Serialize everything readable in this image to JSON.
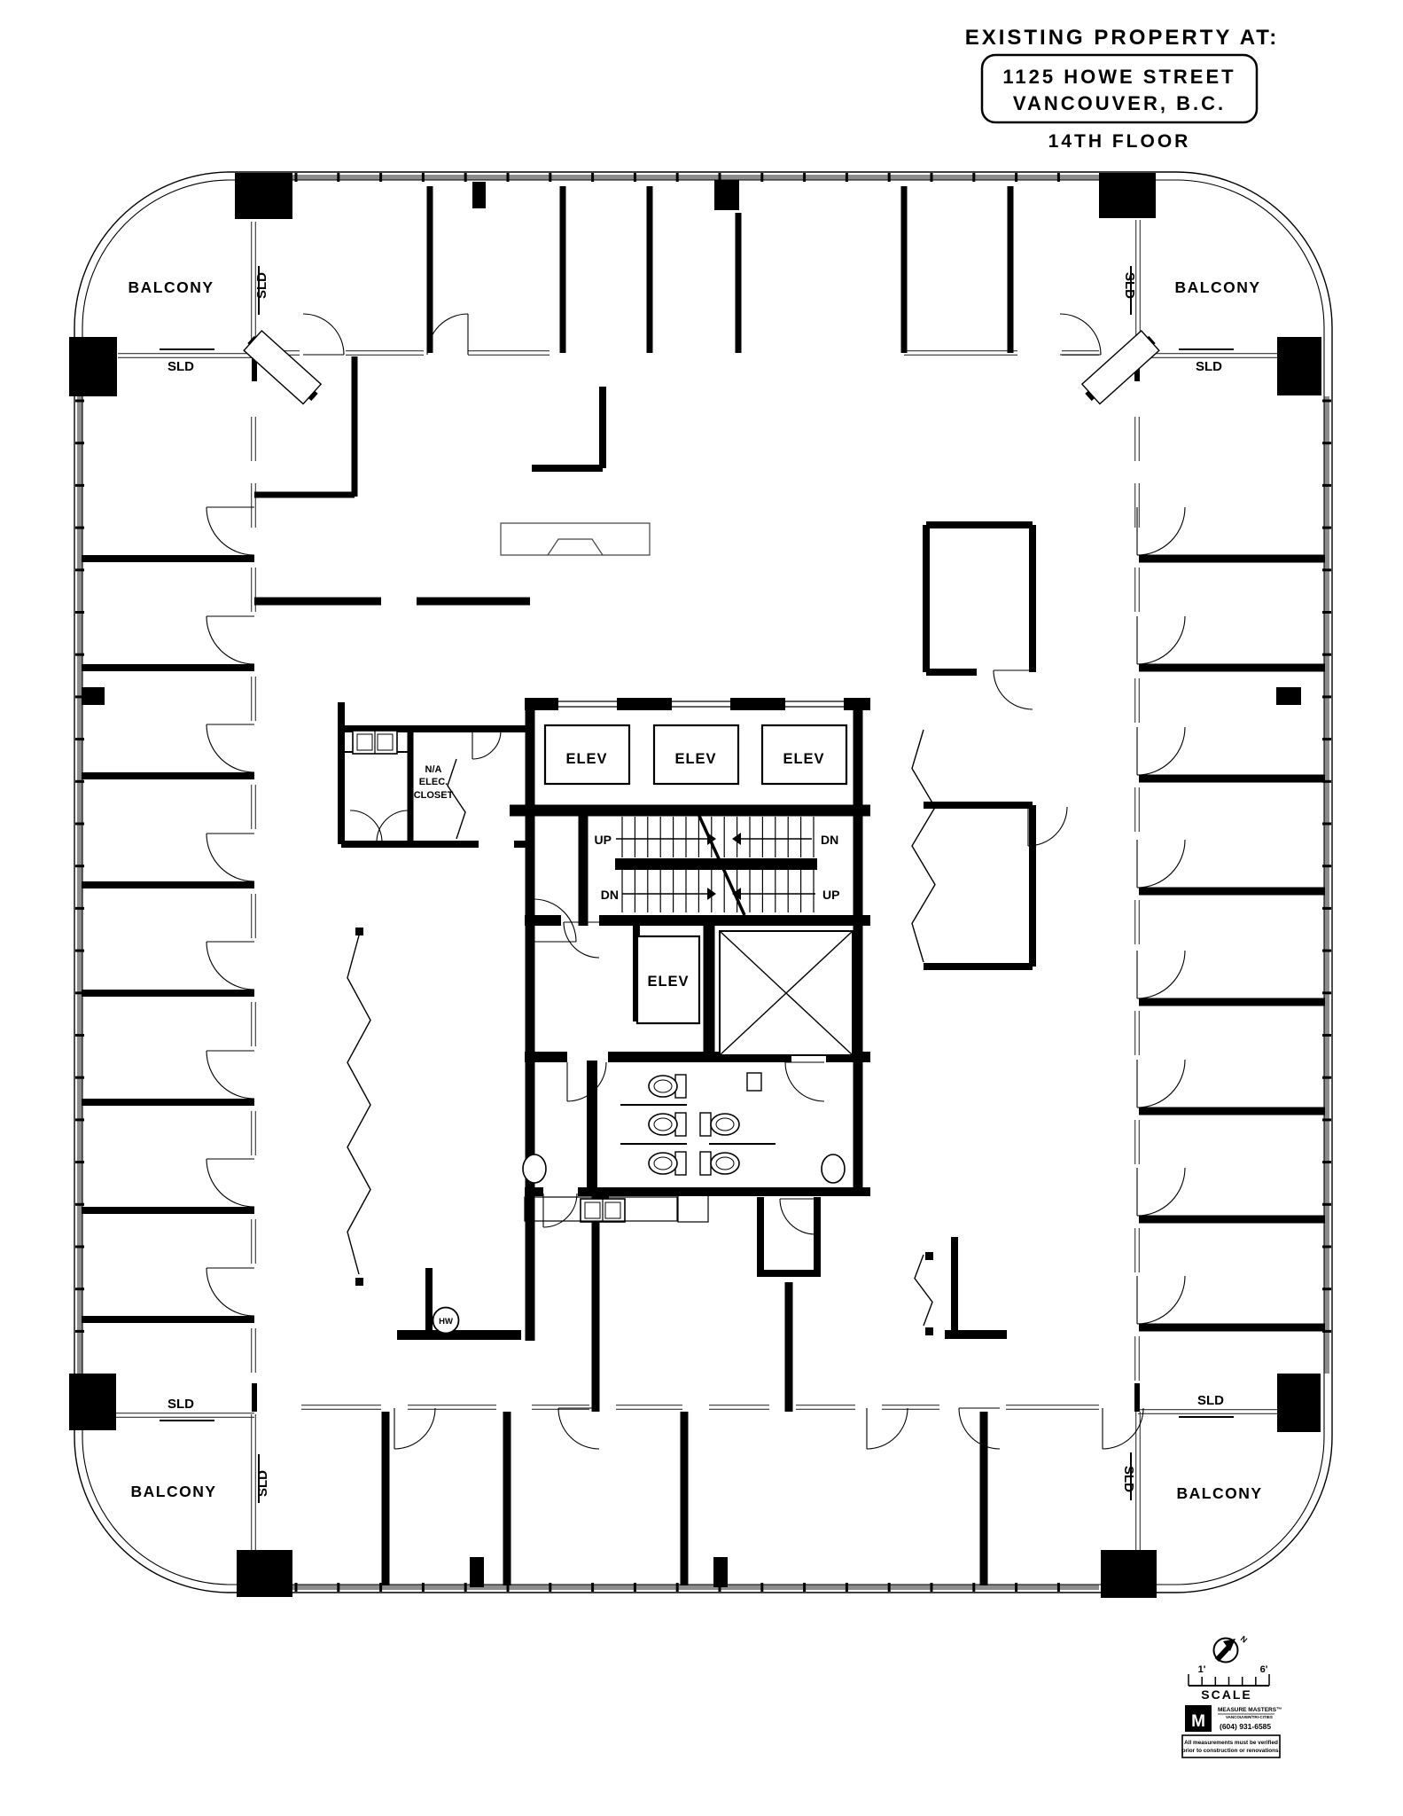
{
  "title_block": {
    "heading": "EXISTING PROPERTY AT:",
    "address_line1": "1125 HOWE STREET",
    "address_line2": "VANCOUVER, B.C.",
    "floor": "14TH FLOOR"
  },
  "plan_labels": {
    "balcony": "BALCONY",
    "sliding_door": "SLD",
    "elevator": "ELEV",
    "up": "UP",
    "down": "DN",
    "elec_closet_line1": "N/A",
    "elec_closet_line2": "ELEC.",
    "elec_closet_line3": "CLOSET",
    "hot_water_tank": "HW"
  },
  "annotation_block": {
    "north_label": "N",
    "scale_start": "1'",
    "scale_end": "6'",
    "scale_label": "SCALE",
    "logo_letter": "M",
    "company": "MEASURE MASTERS™",
    "company_region": "VANCOUVER/TRI-CITIES",
    "phone": "(604) 931-6585",
    "disclaimer_line1": "All measurements must be verified",
    "disclaimer_line2": "prior to construction or renovations."
  },
  "colors": {
    "ink": "#000000",
    "glazing_gray": "#8c8c8c",
    "paper": "#ffffff"
  }
}
